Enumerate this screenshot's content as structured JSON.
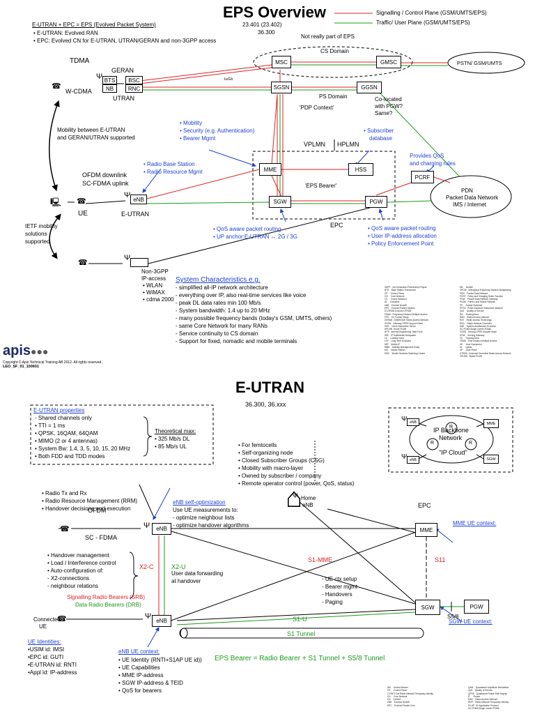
{
  "top": {
    "title": "EPS Overview",
    "legend_signalling": "Signalling / Control Plane (GSM/UMTS/EPS)",
    "legend_traffic": "Traffic/ User Plane (GSM/UMTS/EPS)",
    "eps_def": "E-UTRAN + EPC = EPS (Evolved Packet System)",
    "eutran_def": "• E-UTRAN: Evolved RAN",
    "epc_def": "• EPC: Evolved CN for E-UTRAN, UTRAN/GERAN and non-3GPP access",
    "spec1": "23.401 (23.402)",
    "spec2": "36.300",
    "not_eps": "Not really part of EPS",
    "cs_domain": "CS Domain",
    "ps_domain": "PS Domain",
    "msc": "MSC",
    "gmsc": "GMSC",
    "pstn": "PSTN/ GSM/UMTS",
    "sgsn": "SGSN",
    "ggsn": "GGSN",
    "iu": "Iu/Gb",
    "pdp": "'PDP Context'",
    "colocated": [
      "Co-located",
      "with PGW?",
      "Same?"
    ],
    "tdma": "TDMA",
    "geran": "GERAN",
    "bts": "BTS",
    "nb": "NB",
    "bsc": "BSC",
    "rnc": "RNC",
    "utran": "UTRAN",
    "wcdma": "W-CDMA",
    "mobility_between": [
      "Mobility between E-UTRAN",
      "and GERAN/UTRAN supported"
    ],
    "mme_funcs": [
      "• Mobility",
      "• Security (e.g. Authentication)",
      "• Bearer Mgmt"
    ],
    "vplmn": "VPLMN",
    "hplmn": "HPLMN",
    "subscriber_db": [
      "• Subscriber",
      "database"
    ],
    "provides_qos": [
      "Provides QoS",
      "and charging rules"
    ],
    "enb_funcs": [
      "• Radio Base Station",
      "• Radio Resource Mgmt"
    ],
    "ofdm_dl": "OFDM downlink",
    "scfdma_ul": "SC-FDMA uplink",
    "enb": "eNB",
    "ue": "UE",
    "eutran": "E-UTRAN",
    "mme": "MME",
    "hss": "HSS",
    "pcrf": "PCRF",
    "sgw": "SGW",
    "pgw": "PGW",
    "eps_bearer": "'EPS Bearer'",
    "pdn": [
      "PDN",
      "Packet Data Network",
      "IMS / Internet"
    ],
    "epc": "EPC",
    "sgw_funcs": [
      "• QoS aware packet routing",
      "• UP anchor:E-UTRAN ↔ 2G / 3G"
    ],
    "pgw_funcs": [
      "• QoS aware packet routing",
      "• User IP-address allocation",
      "• Policy Enforcement Point"
    ],
    "ietf": [
      "IETF mobility",
      "solutions",
      "supported"
    ],
    "non3gpp": [
      "Non-3GPP",
      "IP-access",
      "• WLAN",
      "• WiMAX",
      "• cdma 2000"
    ],
    "sys_char_title": "System Characteristics e.g.",
    "sys_char": [
      "- simplified  all-IP network architecture",
      "- everything over IP, also real-time services like voice",
      "- peak DL data rates min 100 Mb/s",
      "- System bandwidth: 1.4 up to 20 MHz",
      "- many possible frequency bands (today's GSM, UMTS, others)",
      "- same Core Network for many RANs",
      "- Service continuity to CS domain",
      "- Support for fixed, nomadic and mobile terminals"
    ],
    "glossary_left": "3GPP   3rd Generation Partnership Project\nBTS    Base Station Transceiver\nCP     Control Plane\nCN     Core Network\nCS     Circuit Switched\nDL     Downlink\neNB    Evolved NodeB\nEPS    Evolved Packet System\nE-UTRAN Evolved UTRAN\nFDMA   Frequency Division Multiple Access\nFFS    For Further Study\nGERAN  GSM/EDGE Radio Access Network\nGGSN   Gateway GPRS Support Node\nHSS    Home Subscriber Server\nHPLMN  Home PLMN\nIETF   Internet Engineering Task Force\nIMS    IP Multimedia Subsystem\nLA     Location Area\nLTE    Long Term Evolution\nMIP    Mobile IP\nMME    Mobility Management Entity\nMS     Mobile Station\nMSC    Mobile Services Switching Centre",
    "glossary_right": "NB     NodeB\nOFDM   Orthogonal Frequency Division Multiplexing\nPDN    Packet Data Network\nPCRF   Policy and Charging Rules Function\nPGW    Packet Data Network Gateway\nPLMN   Public Land Mobile Network\nPS     Packet Switched\nPSTN   Public Switched Telephone Network\nQoS    Quality of Service\nRA     Routing Area\nRAN    Radio Access Network\nRAT    Radio Access Technology\nRNC    Radio Network Controller\nSAE    System Architecture Evolution\nSC-FDMA Single Carrier FDMA\nSGSN   Serving GPRS Support Node\nSGW    Serving Gateway\nTA     Tracking Area\nTDMA   Time Division Multiple Access\nUE     User Equipment\nUL     Uplink\nUP     User Plane\nUTRAN  Universal Terrestrial Radio Access Network\nVPLMN  Visited PLMN",
    "logo": "apis",
    "copyright": "Copyright © Apis Technical Training AB 2012. All rights reserved.",
    "code": "LEO_SF_01_100601"
  },
  "bottom": {
    "title": "E-UTRAN",
    "specs": "36.300, 36.xxx",
    "props_title": "E-UTRAN properties",
    "props": [
      "- Shared channels only",
      "• TTI = 1 ms",
      "• QPSK, 16QAM, 64QAM",
      "• MIMO (2 or 4 antennas)",
      "• System Bw: 1.4, 3, 5, 10, 15, 20 MHz",
      "• Both FDD and TDD modes"
    ],
    "theoretical_title": "Theoretical max:",
    "theoretical": [
      "• 325 Mb/s DL",
      "• 85 Mb/s UL"
    ],
    "femto": [
      "• For femtocells",
      "• Self-organizing node",
      "• Closed Subscriber Groups (CSG)",
      "• Mobility with macro-layer",
      "• Owned by subscriber / company",
      "• Remote operator control (power, QoS, status)"
    ],
    "ip_backbone": [
      "IP Backbone",
      "Network"
    ],
    "ip_cloud": "\"IP Cloud\"",
    "router": "R",
    "cloud_enb": "eNB",
    "cloud_mme": "MME",
    "cloud_sgw": "SGW",
    "enb_funcs": [
      "• Radio Tx and Rx",
      "• Radio Resource Management (RRM)",
      "• Handover decisions and execution"
    ],
    "self_opt_title": "eNB self-optimization",
    "self_opt": [
      "Use UE measurements to:",
      " - optimize neighbour lists",
      " - optimize handover algorithms"
    ],
    "home_enb": [
      "Home",
      "eNB"
    ],
    "epc": "EPC",
    "mme_ue_context": "MME UE context:",
    "ofdm": "OFDM",
    "scfdma": "SC - FDMA",
    "enb": "eNB",
    "mme": "MME",
    "sgw": "SGW",
    "pgw": "PGW",
    "handover_mgmt": [
      "• Handover management",
      "• Load / Interference control",
      "• Auto-configuration of:",
      "  - X2-connections",
      "  - neighbour relations"
    ],
    "x2c": "X2-C",
    "x2u": "X2-U",
    "user_data_fwd": [
      "User data forwarding",
      "at handover"
    ],
    "s1mme": "S1-MME",
    "s11": "S11",
    "ue_ctx": [
      "- UE ctx setup",
      "- Bearer mgmt",
      "- Handovers",
      "- Paging"
    ],
    "srb": "Signalling Radio Bearers (SRB)",
    "drb": "Data Radio Bearers (DRB)",
    "connected_ue": [
      "Connected",
      "UE"
    ],
    "s1u": "S1-U",
    "s1_tunnel": "S1 Tunnel",
    "s58": "S5/8",
    "sgw_ue_context": "SGW UE context:",
    "eps_bearer_eq": "EPS Bearer = Radio Bearer + S1 Tunnel + S5/8 Tunnel",
    "ue_identities_title": "UE Identities:",
    "ue_identities": [
      "•USIM id: IMSI",
      "•EPC id: GUTI",
      "•E-UTRAN id: RNTI",
      "•Appl id: IP-address"
    ],
    "enb_ue_ctx_title": "eNB UE context:",
    "enb_ue_ctx": [
      "• UE Identity (RNTI+S1AP UE id))",
      "• UE Capabilities",
      "• MME IP-address",
      "• SGW IP-address & TEID",
      "• QoS for bearers"
    ],
    "glossary_left": "AM     Access Bearer\nCP     Control Plane\nC-RNTI Cell Radio Network Temporary Identity\nCN     Core Network\nCtx    Context\neNB    Evolved NodeB\nEPC    Evolved Packet Core",
    "glossary_right": "QAM    Quadrature Amplitude Modulation\nQoS    Quality of Service\nQPSK   Quadrature Phase Shift Keying\nR      Router\nRAN    Radio Access Network\nRNTI   Radio Network Temporary Identity\nS1-AP  S1 Application Protocol\nSC-FDMA Single Carrier FDMA"
  }
}
